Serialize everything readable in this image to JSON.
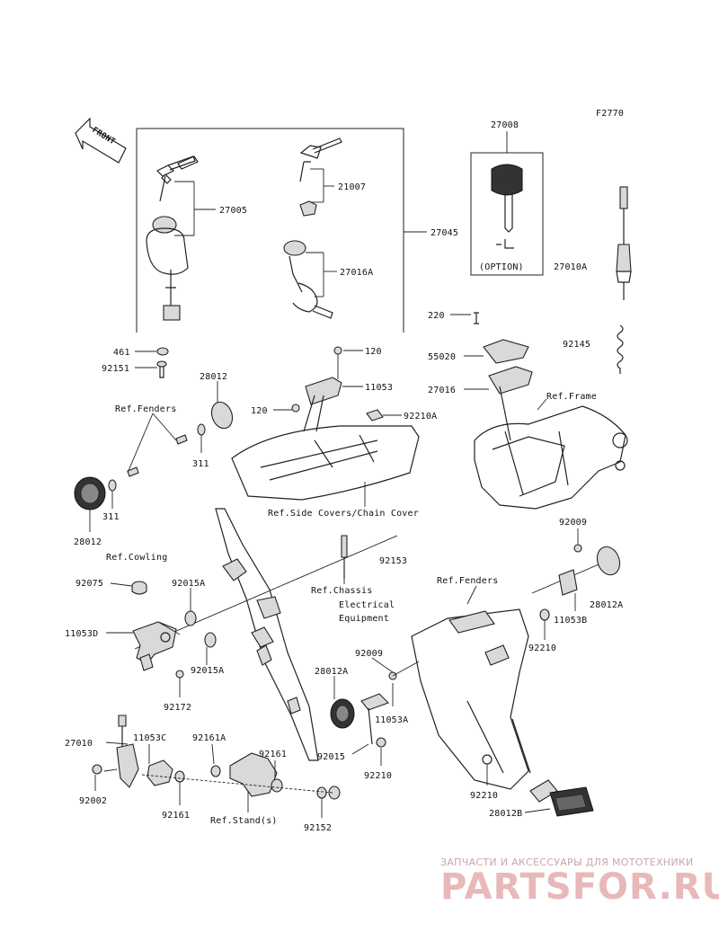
{
  "diagram": {
    "code": "F2770",
    "front_label": "FRONT",
    "option_label": "(OPTION)",
    "parts": {
      "p27008": "27008",
      "p27005": "27005",
      "p21007": "21007",
      "p27045": "27045",
      "p27016A": "27016A",
      "p27010A": "27010A",
      "p220": "220",
      "p55020": "55020",
      "p92145": "92145",
      "p27016": "27016",
      "p461": "461",
      "p92151": "92151",
      "p28012_top": "28012",
      "p120_a": "120",
      "p11053": "11053",
      "p120_b": "120",
      "p92210A": "92210A",
      "p311_a": "311",
      "p311_b": "311",
      "p28012_left": "28012",
      "p92009_a": "92009",
      "p92153": "92153",
      "p92075": "92075",
      "p92015A_a": "92015A",
      "p11053D": "11053D",
      "p92015A_b": "92015A",
      "p92172": "92172",
      "p28012A_a": "28012A",
      "p11053B": "11053B",
      "p92210_a": "92210",
      "p92009_b": "92009",
      "p28012A_b": "28012A",
      "p11053A": "11053A",
      "p92015": "92015",
      "p92210_b": "92210",
      "p27010": "27010",
      "p11053C": "11053C",
      "p92161A": "92161A",
      "p92161_a": "92161",
      "p92002": "92002",
      "p92161_b": "92161",
      "p92152": "92152",
      "p92210_c": "92210",
      "p28012B": "28012B"
    },
    "refs": {
      "frame": "Ref.Frame",
      "fenders_left": "Ref.Fenders",
      "side_covers": "Ref.Side Covers/Chain Cover",
      "cowling": "Ref.Cowling",
      "chassis_1": "Ref.Chassis",
      "chassis_2": "Electrical",
      "chassis_3": "Equipment",
      "fenders_right": "Ref.Fenders",
      "stand": "Ref.Stand(s)"
    }
  },
  "watermark": {
    "top": "ЗАПЧАСТИ И АКСЕССУАРЫ ДЛЯ МОТОТЕХНИКИ",
    "brand": "PARTSFOR.RU"
  }
}
